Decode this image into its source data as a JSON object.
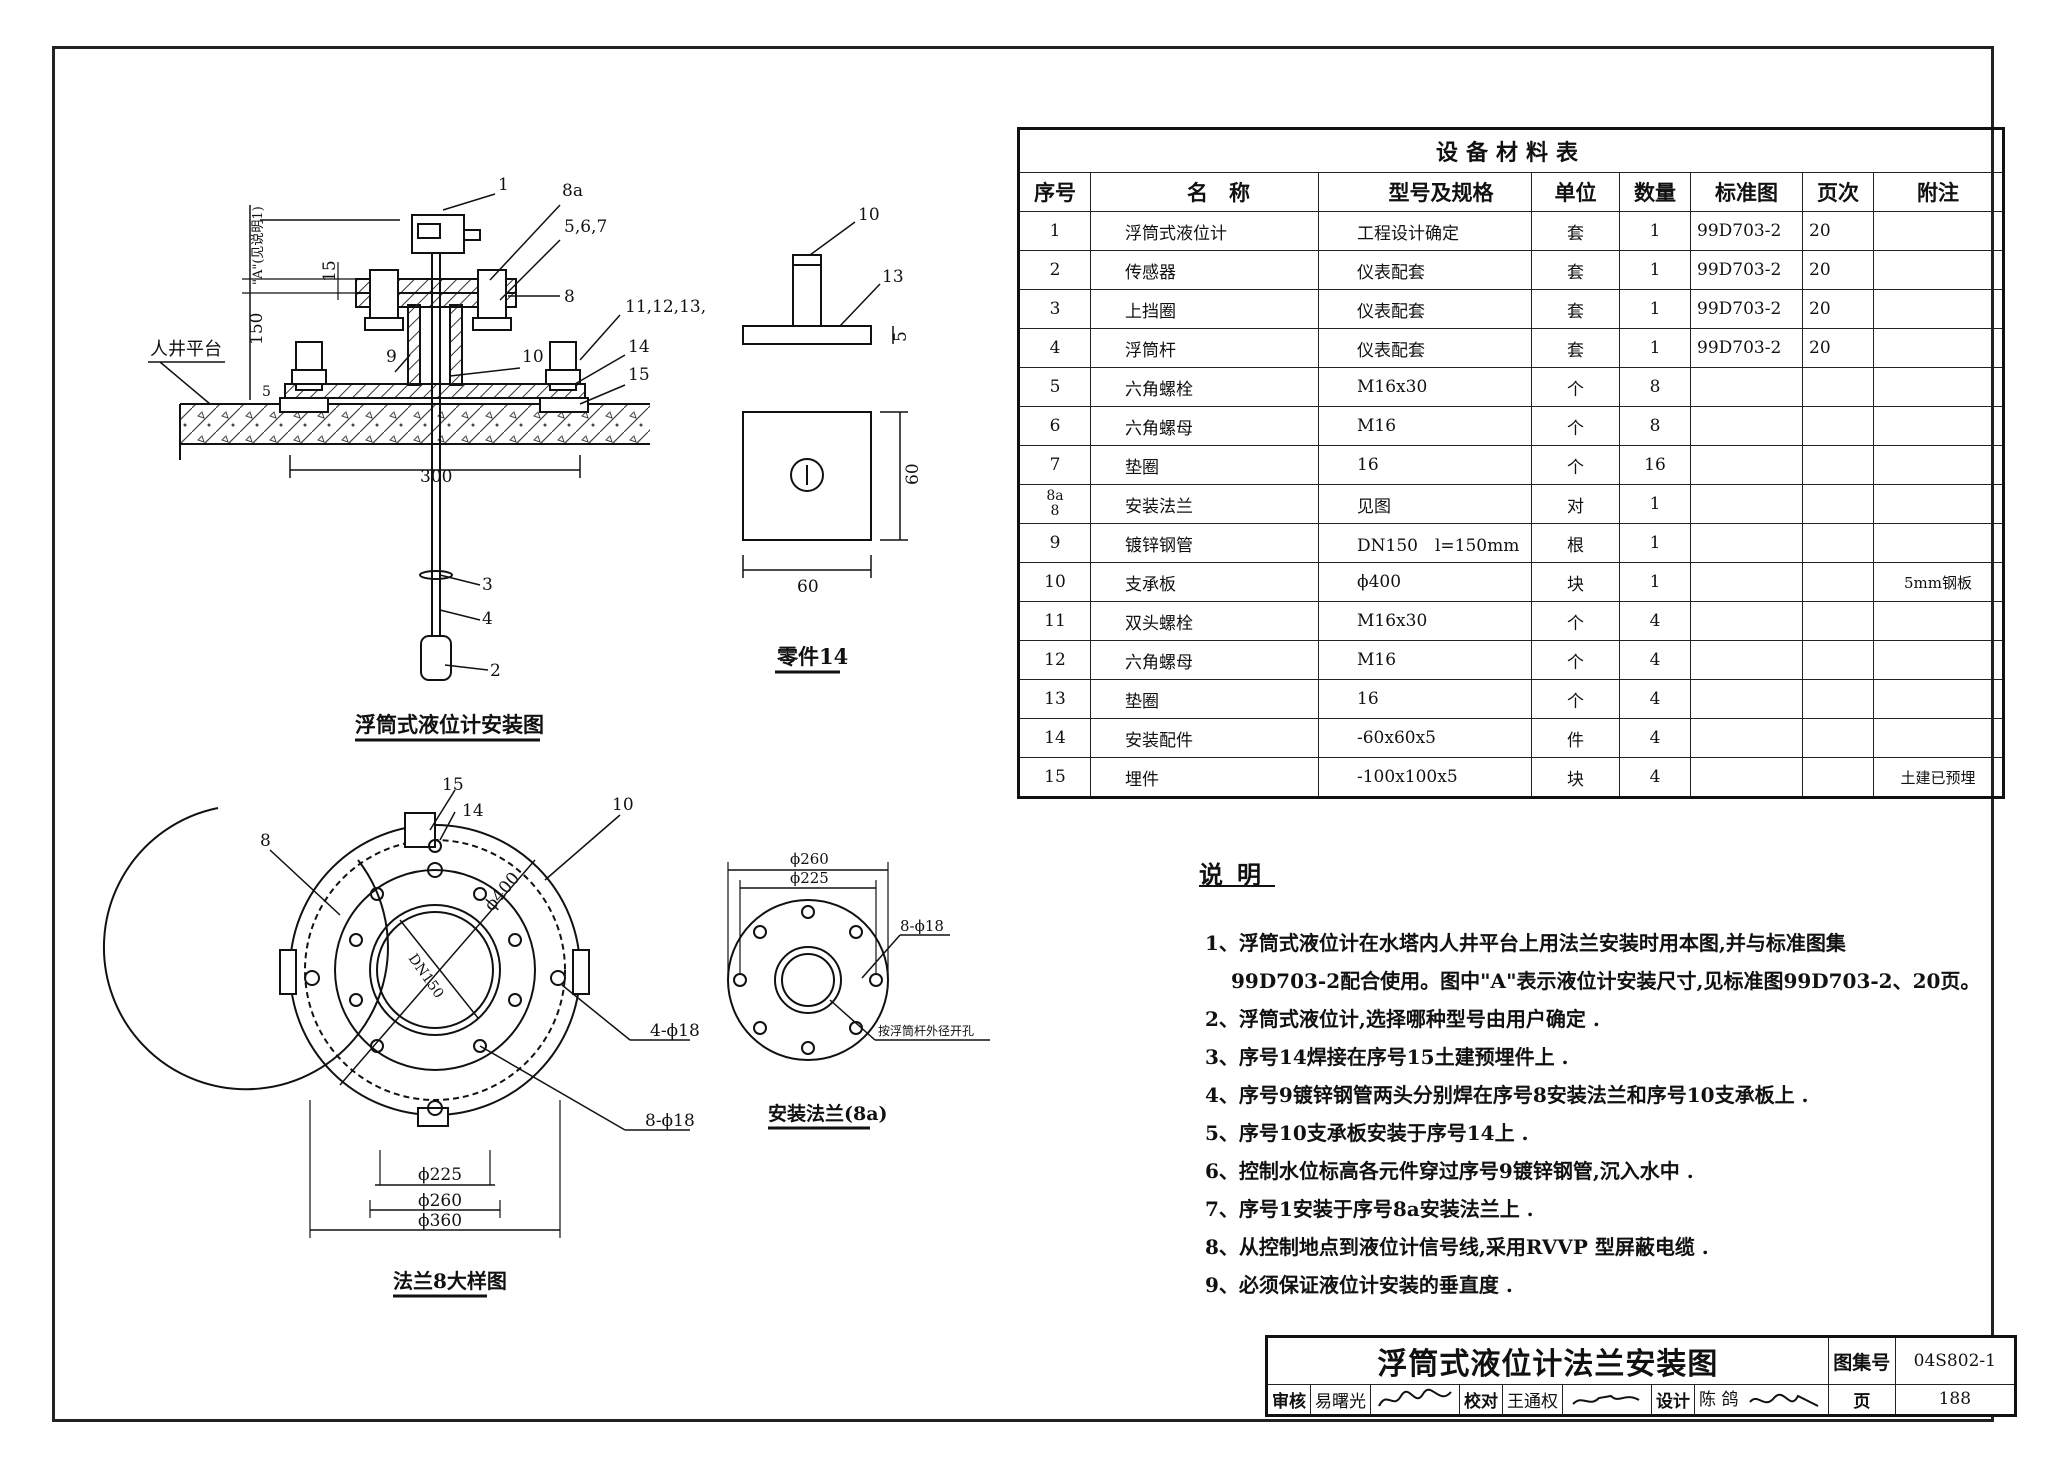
{
  "drawing": {
    "main_view": {
      "caption": "浮筒式液位计安装图",
      "platform_label": "人井平台",
      "dim_A_label": "\"A\"(见说明1)",
      "dim_15": "15",
      "dim_150": "150",
      "dim_5": "5",
      "dim_300": "300",
      "callouts": [
        "1",
        "8a",
        "5,6,7",
        "8",
        "11,12,13,",
        "14",
        "15",
        "9",
        "10",
        "3",
        "4",
        "2"
      ]
    },
    "part14_view": {
      "caption": "零件14",
      "callouts": [
        "10",
        "13"
      ],
      "dim_5": "5",
      "dim_60_w": "60",
      "dim_60_h": "60"
    },
    "flange8_view": {
      "caption": "法兰8大样图",
      "callouts": [
        "15",
        "14",
        "10",
        "8"
      ],
      "dim_d400": "ϕ400",
      "dim_dn150": "DN150",
      "dim_4_d18": "4-ϕ18",
      "dim_8_d18": "8-ϕ18",
      "dim_d225": "ϕ225",
      "dim_d260": "ϕ260",
      "dim_d360": "ϕ360"
    },
    "flange8a_view": {
      "caption": "安装法兰(8a)",
      "dim_d260": "ϕ260",
      "dim_d225": "ϕ225",
      "dim_8_d18": "8-ϕ18",
      "hole_note": "按浮筒杆外径开孔"
    }
  },
  "materials": {
    "title": "设备材料表",
    "headers": [
      "序号",
      "名　称",
      "型号及规格",
      "单位",
      "数量",
      "标准图",
      "页次",
      "附注"
    ],
    "rows": [
      [
        "1",
        "浮筒式液位计",
        "工程设计确定",
        "套",
        "1",
        "99D703-2",
        "20",
        ""
      ],
      [
        "2",
        "传感器",
        "仪表配套",
        "套",
        "1",
        "99D703-2",
        "20",
        ""
      ],
      [
        "3",
        "上挡圈",
        "仪表配套",
        "套",
        "1",
        "99D703-2",
        "20",
        ""
      ],
      [
        "4",
        "浮筒杆",
        "仪表配套",
        "套",
        "1",
        "99D703-2",
        "20",
        ""
      ],
      [
        "5",
        "六角螺栓",
        "M16x30",
        "个",
        "8",
        "",
        "",
        ""
      ],
      [
        "6",
        "六角螺母",
        "M16",
        "个",
        "8",
        "",
        "",
        ""
      ],
      [
        "7",
        "垫圈",
        "16",
        "个",
        "16",
        "",
        "",
        ""
      ],
      [
        "8a\n8",
        "安装法兰",
        "见图",
        "对",
        "1",
        "",
        "",
        ""
      ],
      [
        "9",
        "镀锌钢管",
        "DN150　l=150mm",
        "根",
        "1",
        "",
        "",
        ""
      ],
      [
        "10",
        "支承板",
        "ϕ400",
        "块",
        "1",
        "",
        "",
        "5mm钢板"
      ],
      [
        "11",
        "双头螺栓",
        "M16x30",
        "个",
        "4",
        "",
        "",
        ""
      ],
      [
        "12",
        "六角螺母",
        "M16",
        "个",
        "4",
        "",
        "",
        ""
      ],
      [
        "13",
        "垫圈",
        "16",
        "个",
        "4",
        "",
        "",
        ""
      ],
      [
        "14",
        "安装配件",
        "-60x60x5",
        "件",
        "4",
        "",
        "",
        ""
      ],
      [
        "15",
        "埋件",
        "-100x100x5",
        "块",
        "4",
        "",
        "",
        "土建已预埋"
      ]
    ]
  },
  "notes": {
    "title": "说明",
    "items": [
      "1、浮筒式液位计在水塔内人井平台上用法兰安装时用本图,并与标准图集",
      "99D703-2配合使用。图中\"A\"表示液位计安装尺寸,见标准图99D703-2、20页。",
      "2、浮筒式液位计,选择哪种型号由用户确定 .",
      "3、序号14焊接在序号15土建预埋件上 .",
      "4、序号9镀锌钢管两头分别焊在序号8安装法兰和序号10支承板上 .",
      "5、序号10支承板安装于序号14上 .",
      "6、控制水位标高各元件穿过序号9镀锌钢管,沉入水中 .",
      "7、序号1安装于序号8a安装法兰上 .",
      "8、从控制地点到液位计信号线,采用RVVP 型屏蔽电缆 .",
      "9、必须保证液位计安装的垂直度 ."
    ]
  },
  "title_block": {
    "title": "浮筒式液位计法兰安装图",
    "atlas_label": "图集号",
    "atlas_no": "04S802-1",
    "review_label": "审核",
    "reviewer": "易曙光",
    "check_label": "校对",
    "checker": "王通权",
    "design_label": "设计",
    "designer": "陈 鸽",
    "page_label": "页",
    "page_no": "188"
  }
}
